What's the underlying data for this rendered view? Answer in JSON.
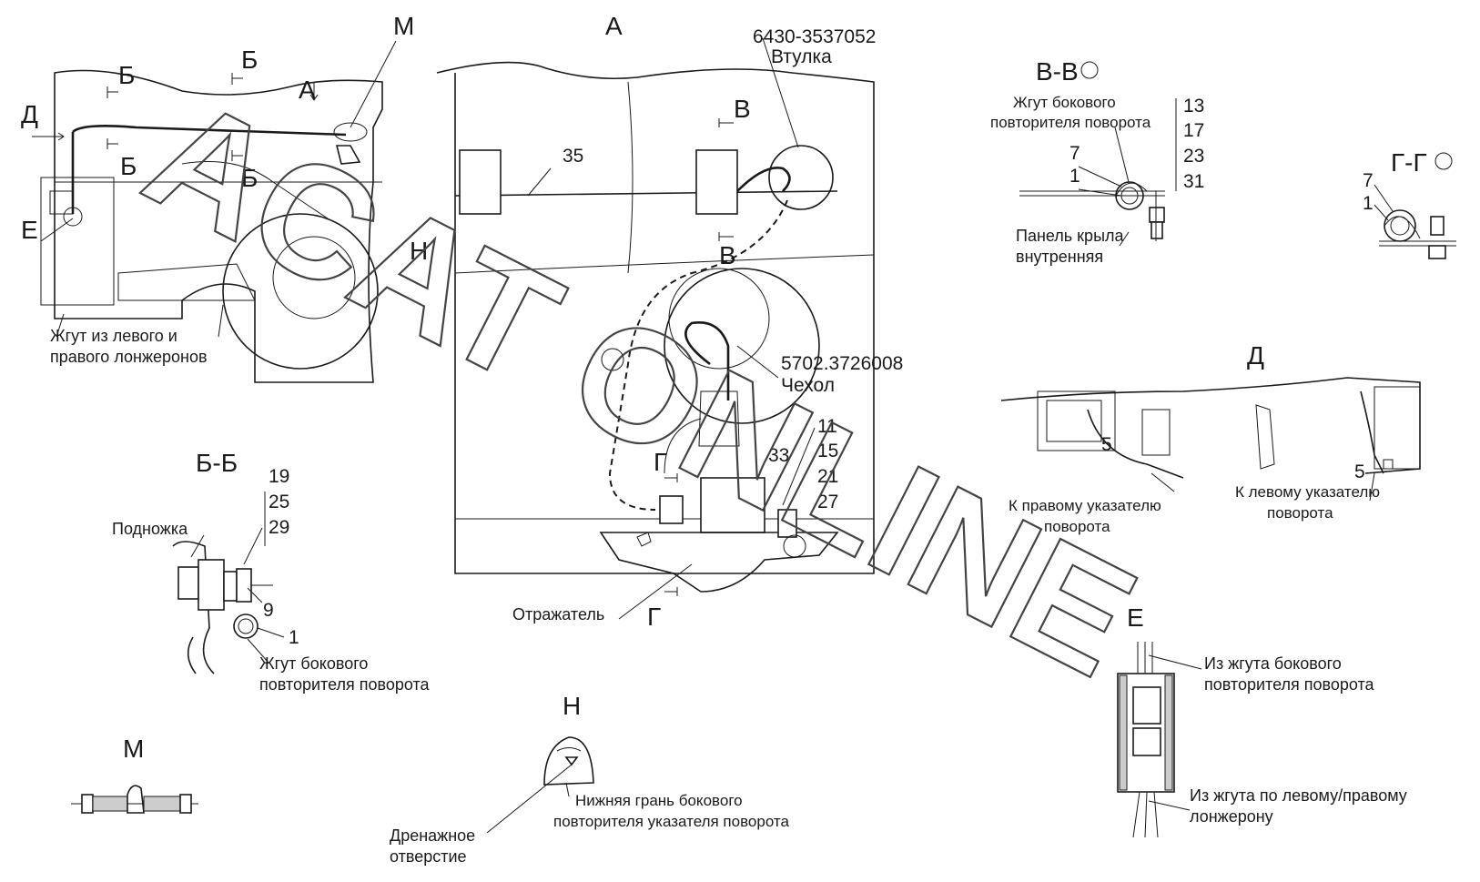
{
  "labels": {
    "view_a": "А",
    "view_m": "М",
    "sec_b1": "Б",
    "sec_b2": "Б",
    "sec_b3": "Б",
    "sec_b4": "Б",
    "arrow_a": "А",
    "view_d_left": "Д",
    "view_e_left": "Е",
    "view_n_left": "Н",
    "harness_lr_1": "Жгут из левого и",
    "harness_lr_2": "правого лонжеронов",
    "bushing_num": "6430-3537052",
    "bushing_name": "Втулка",
    "pos_35": "35",
    "sec_v_top": "В",
    "sec_v_bot": "В",
    "cover_num": "5702.3726008",
    "cover_name": "Чехол",
    "pos_11": "11",
    "pos_15": "15",
    "pos_21": "21",
    "pos_27": "27",
    "pos_33": "33",
    "sec_g_top": "Г",
    "sec_g_bot": "Г",
    "reflector": "Отражатель",
    "vv_title": "В-В",
    "vv_harness_1": "Жгут бокового",
    "vv_harness_2": "повторителя поворота",
    "vv_7": "7",
    "vv_1": "1",
    "vv_13": "13",
    "vv_17": "17",
    "vv_23": "23",
    "vv_31": "31",
    "vv_panel_1": "Панель крыла",
    "vv_panel_2": "внутренняя",
    "gg_title": "Г-Г",
    "gg_7": "7",
    "gg_1": "1",
    "d_title": "Д",
    "d_5a": "5",
    "d_5b": "5",
    "d_right_1": "К правому указателю",
    "d_right_2": "поворота",
    "d_left_1": "К левому указателю",
    "d_left_2": "поворота",
    "bb_title": "Б-Б",
    "bb_19": "19",
    "bb_25": "25",
    "bb_29": "29",
    "bb_step": "Подножка",
    "bb_9": "9",
    "bb_1": "1",
    "bb_harness_1": "Жгут бокового",
    "bb_harness_2": "повторителя поворота",
    "m_title": "М",
    "n_title": "Н",
    "n_edge_1": "Нижняя грань бокового",
    "n_edge_2": "повторителя указателя поворота",
    "n_drain_1": "Дренажное",
    "n_drain_2": "отверстие",
    "e_title": "Е",
    "e_from_1": "Из жгута бокового",
    "e_from_2": "повторителя поворота",
    "e_to_1": "Из жгута по левому/правому",
    "e_to_2": "лонжерону"
  },
  "watermark": "ACAT ONLINE"
}
